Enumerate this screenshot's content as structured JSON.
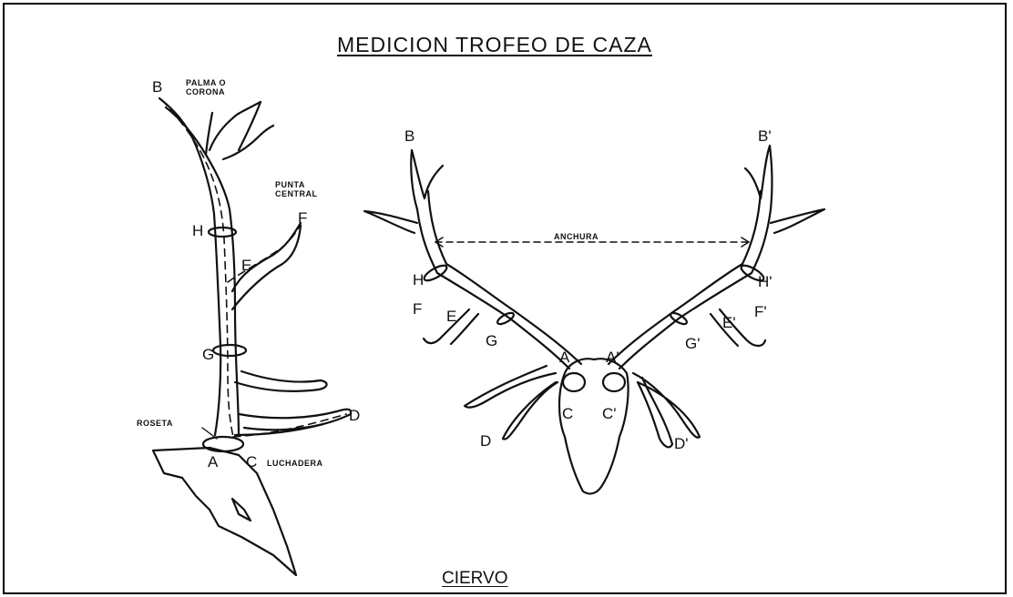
{
  "title": "MEDICION TROFEO DE CAZA",
  "subtitle": "CIERVO",
  "side_view": {
    "labels": {
      "B": "B",
      "H": "H",
      "G": "G",
      "E": "E",
      "F": "F",
      "D": "D",
      "A": "A",
      "C": "C"
    },
    "palma_line1": "PALMA O",
    "palma_line2": "CORONA",
    "punta_line1": "PUNTA",
    "punta_line2": "CENTRAL",
    "roseta": "ROSETA",
    "luchadera": "LUCHADERA"
  },
  "front_view": {
    "labels": {
      "B": "B",
      "B2": "B'",
      "H": "H",
      "H2": "H'",
      "F": "F",
      "F2": "F'",
      "E": "E",
      "E2": "E'",
      "G": "G",
      "G2": "G'",
      "A": "A",
      "A2": "A'",
      "C": "C",
      "C2": "C'",
      "D": "D",
      "D2": "D'"
    },
    "anchura": "ANCHURA"
  }
}
